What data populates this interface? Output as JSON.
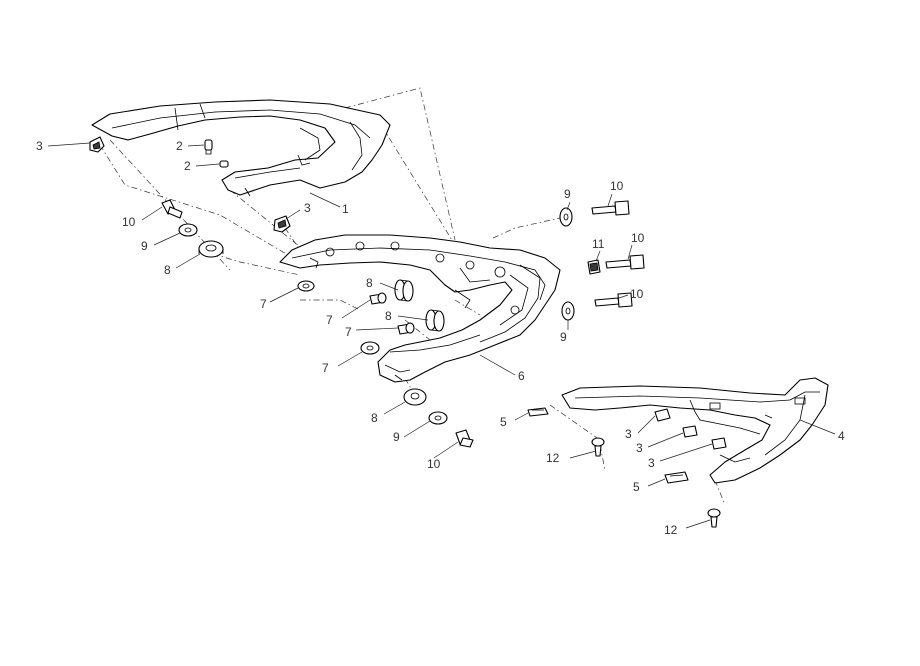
{
  "diagram": {
    "callouts": [
      {
        "text": "1"
      },
      {
        "text": "2"
      },
      {
        "text": "2"
      },
      {
        "text": "3"
      },
      {
        "text": "3"
      },
      {
        "text": "3"
      },
      {
        "text": "3"
      },
      {
        "text": "3"
      },
      {
        "text": "4"
      },
      {
        "text": "5"
      },
      {
        "text": "5"
      },
      {
        "text": "6"
      },
      {
        "text": "7"
      },
      {
        "text": "7"
      },
      {
        "text": "7"
      },
      {
        "text": "7"
      },
      {
        "text": "8"
      },
      {
        "text": "8"
      },
      {
        "text": "8"
      },
      {
        "text": "8"
      },
      {
        "text": "9"
      },
      {
        "text": "9"
      },
      {
        "text": "9"
      },
      {
        "text": "9"
      },
      {
        "text": "10"
      },
      {
        "text": "10"
      },
      {
        "text": "10"
      },
      {
        "text": "10"
      },
      {
        "text": "10"
      },
      {
        "text": "11"
      },
      {
        "text": "12"
      },
      {
        "text": "12"
      }
    ]
  }
}
